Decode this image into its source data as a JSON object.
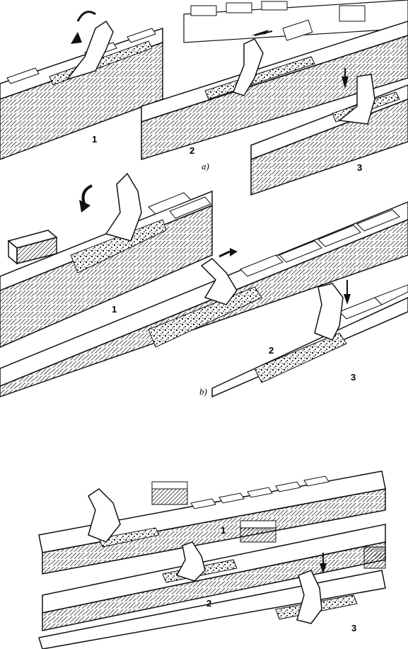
{
  "figure_a": {
    "caption": "a)",
    "steps": [
      "1",
      "2",
      "3"
    ]
  },
  "figure_b": {
    "caption": "b)",
    "steps": [
      "1",
      "2",
      "3"
    ]
  },
  "figure_c": {
    "steps": [
      "1",
      "2",
      "3"
    ]
  },
  "colors": {
    "ink": "#111111",
    "paper": "#ffffff",
    "hatch": "#2a2a2a"
  }
}
